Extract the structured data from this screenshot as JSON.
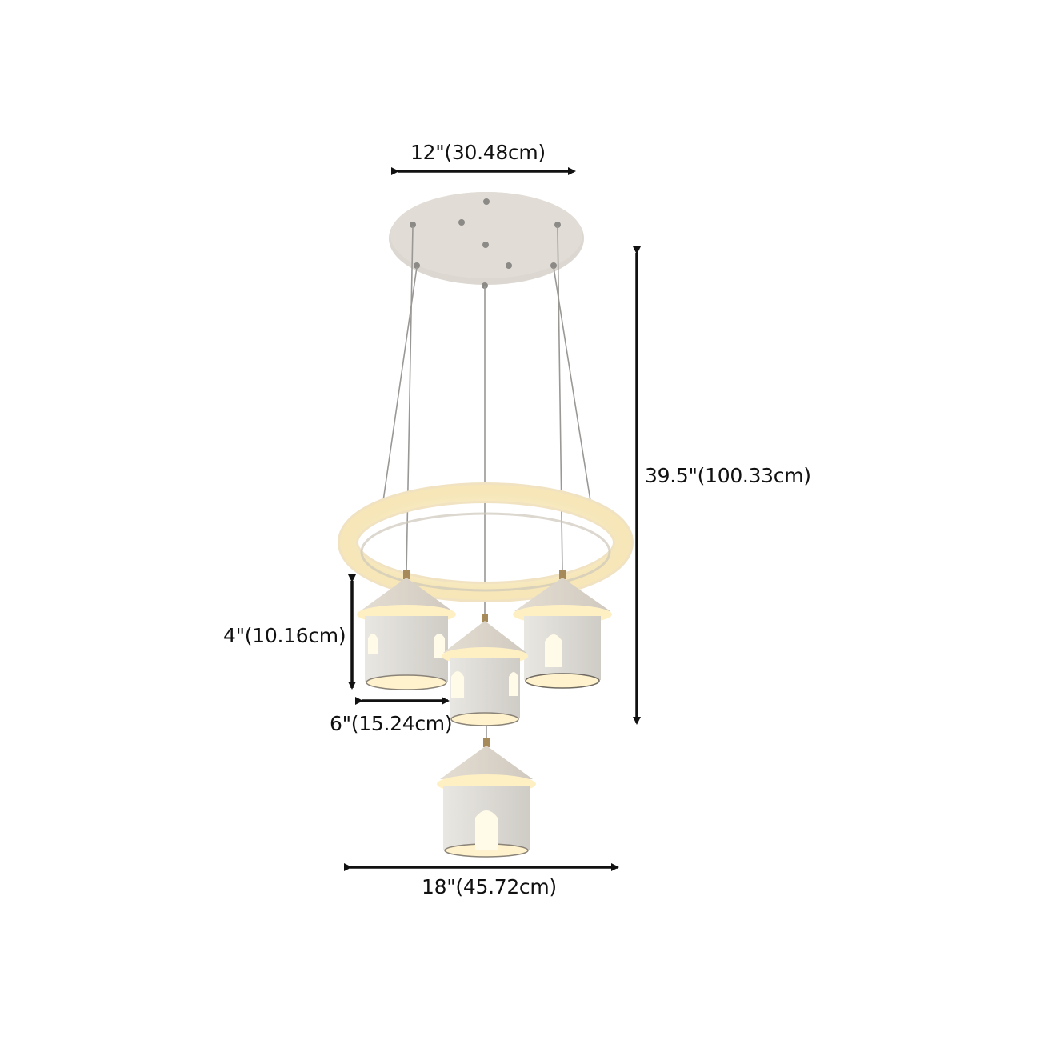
{
  "product": {
    "name": "Pendant light with ring and house-shaped shades",
    "pendant_count": 4
  },
  "dimensions": {
    "canopy_width": "12\"(30.48cm)",
    "overall_height": "39.5\"(100.33cm)",
    "shade_height": "4\"(10.16cm)",
    "shade_width": "6\"(15.24cm)",
    "overall_width": "18\"(45.72cm)"
  },
  "colors": {
    "background": "#ffffff",
    "arrow": "#111111",
    "body": "#d9d6d0",
    "glow": "#fff3cf",
    "ring": "#f3e9d4"
  }
}
